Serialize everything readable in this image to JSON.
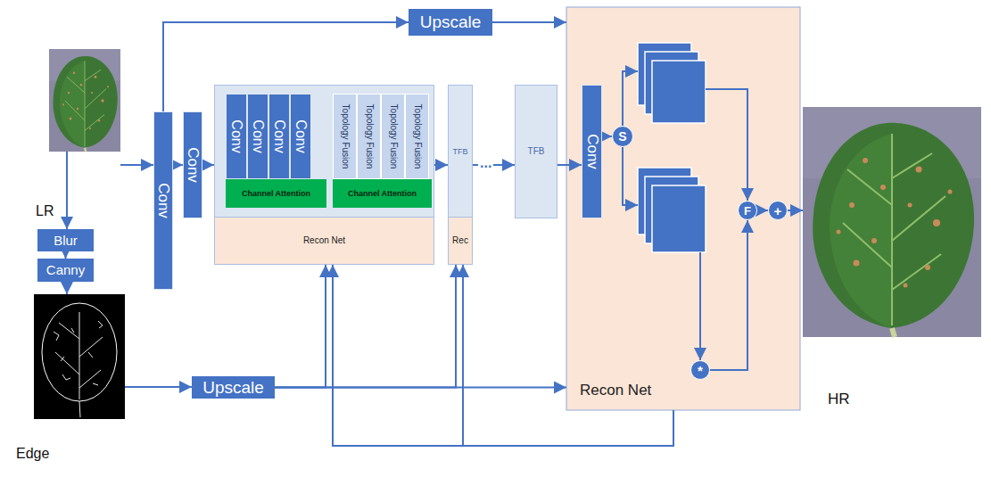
{
  "diagram": {
    "nodes": [
      {
        "text": [
          "Upscale"
        ]
      },
      {
        "text": [
          "Conv"
        ]
      },
      {
        "text": [
          "Conv"
        ]
      },
      {
        "text": [
          "Recon Net"
        ]
      },
      {
        "text": [
          "Conv"
        ],
        "in": 3
      },
      {
        "text": [
          "Conv"
        ],
        "in": 3
      },
      {
        "text": [
          "Conv"
        ],
        "in": 3
      },
      {
        "text": [
          "Conv"
        ],
        "in": 3
      },
      {
        "text": [
          "Channel Attention"
        ],
        "in": 3
      },
      {
        "text": [
          "Topology Fusion"
        ],
        "in": 3
      },
      {
        "text": [
          "Topology Fusion"
        ],
        "in": 3
      },
      {
        "text": [
          "Topology Fusion"
        ],
        "in": 3
      },
      {
        "text": [
          "Topology Fusion"
        ],
        "in": 3
      },
      {
        "text": [
          "Channel Attention"
        ],
        "in": 3
      },
      {
        "text": [
          "TFB",
          "Rec"
        ]
      },
      {
        "text": [
          "TFB"
        ]
      },
      {
        "text": [
          "Recon Net"
        ]
      },
      {
        "text": [
          "Conv"
        ],
        "in": 16
      },
      {
        "text": [
          "S"
        ],
        "in": 16
      },
      {
        "text": [
          "F"
        ],
        "in": 16
      },
      {
        "text": [
          "+"
        ],
        "in": 16
      },
      {
        "text": [
          "*"
        ],
        "in": 16
      },
      {
        "text": [
          "Blur"
        ]
      },
      {
        "text": [
          "Canny"
        ]
      },
      {
        "text": [
          "Upscale"
        ]
      }
    ],
    "edges": [
      {
        "from": 1,
        "to": 2,
        "arrow": "to"
      },
      {
        "from": 2,
        "to": 3,
        "arrow": "to"
      },
      {
        "from": 3,
        "to": 14,
        "arrow": "to"
      },
      {
        "from": 14,
        "to": 15,
        "arrow": "to"
      },
      {
        "from": 15,
        "to": 17,
        "arrow": "to"
      },
      {
        "from": 17,
        "to": 18,
        "arrow": "to"
      },
      {
        "from": 21,
        "to": 19,
        "arrow": "to"
      },
      {
        "from": 19,
        "to": 20,
        "arrow": "to"
      },
      {
        "from": 1,
        "to": 0,
        "arrow": "to"
      },
      {
        "from": 0,
        "to": 16,
        "arrow": "to"
      },
      {
        "from": 22,
        "to": 23,
        "arrow": "to"
      },
      {
        "from": 24,
        "to": 16,
        "arrow": "to"
      },
      {
        "from": 24,
        "to": 3,
        "arrow": "to"
      },
      {
        "from": 24,
        "to": 14,
        "arrow": "to"
      },
      {
        "from": 16,
        "to": 3,
        "arrow": "to"
      },
      {
        "from": 16,
        "to": 14,
        "arrow": "to"
      }
    ],
    "labels": [
      "LR",
      "Edge",
      "HR",
      "..."
    ]
  }
}
